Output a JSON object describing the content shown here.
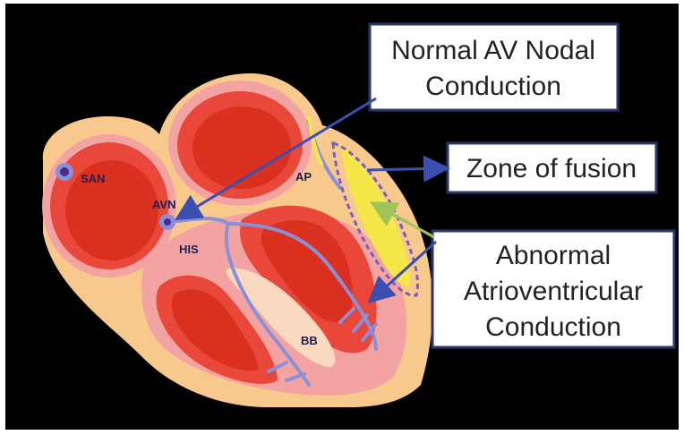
{
  "diagram": {
    "labels": {
      "san": "SAN",
      "avn": "AVN",
      "his": "HIS",
      "ap": "AP",
      "bb": "BB"
    },
    "callouts": {
      "normal": [
        "Normal AV Nodal",
        "Conduction"
      ],
      "fusion": [
        "Zone of fusion"
      ],
      "abnormal": [
        "Abnormal",
        "Atrioventricular",
        "Conduction"
      ]
    },
    "colors": {
      "background": "#000000",
      "outer_tissue": "#f7c98c",
      "myocardium": "#e8473a",
      "chamber": "#d9301f",
      "pink_layer": "#f4a3a3",
      "conduction_path": "#8a8fd6",
      "zone_of_fusion": "#f5e64a",
      "callout_border": "#27376b",
      "arrow": "#3b4fb0"
    }
  }
}
